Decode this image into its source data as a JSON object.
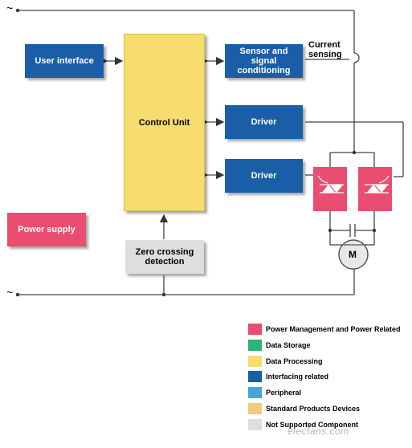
{
  "blocks": {
    "user_interface": "User interface",
    "control_unit": "Control Unit",
    "sensor": "Sensor and signal conditioning",
    "driver_1": "Driver",
    "driver_2": "Driver",
    "power_supply": "Power supply",
    "zero_crossing": "Zero crossing detection"
  },
  "labels": {
    "current_sensing": "Current sensing",
    "ac_top": "~",
    "ac_bottom": "~",
    "motor": "M"
  },
  "legend": [
    {
      "label": "Power Management and Power Related",
      "color": "#e94d70"
    },
    {
      "label": "Data Storage",
      "color": "#2fb37a"
    },
    {
      "label": "Data Processing",
      "color": "#f7dc6f"
    },
    {
      "label": "Interfacing related",
      "color": "#1a5ea8"
    },
    {
      "label": "Peripheral",
      "color": "#4aa3d8"
    },
    {
      "label": "Standard Products Devices",
      "color": "#f5c97a"
    },
    {
      "label": "Not Supported Component",
      "color": "#dedede"
    }
  ],
  "watermark": "elecfans.com"
}
